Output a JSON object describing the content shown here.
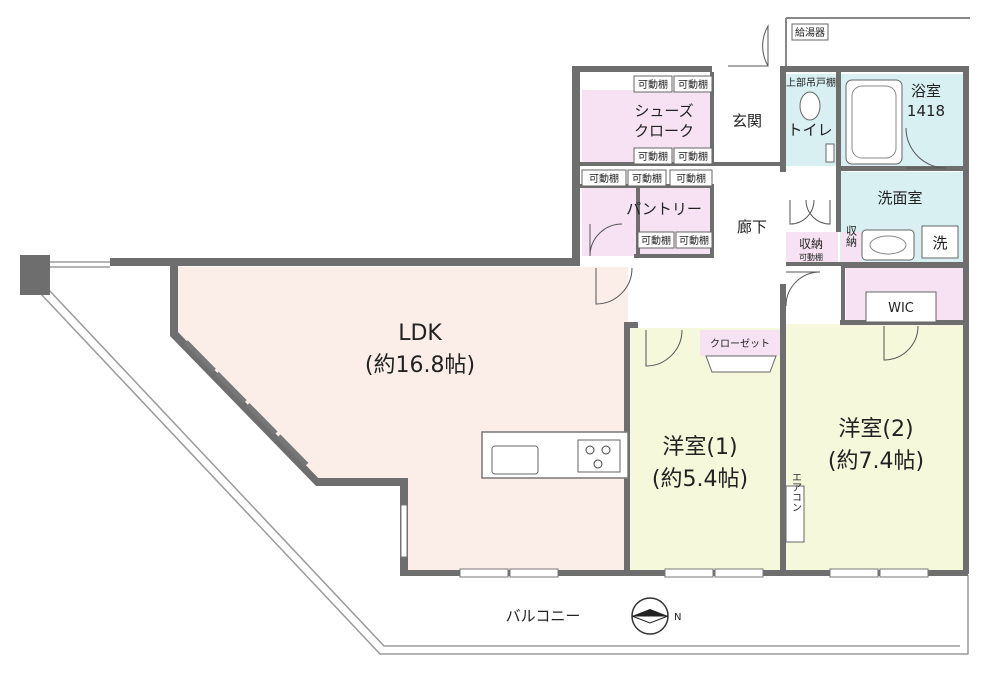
{
  "rooms": {
    "ldk": {
      "name": "LDK",
      "size": "(約16.8帖)"
    },
    "western1": {
      "name": "洋室(1)",
      "size": "(約5.4帖)"
    },
    "western2": {
      "name": "洋室(2)",
      "size": "(約7.4帖)"
    },
    "shoes_cloak": {
      "line1": "シューズ",
      "line2": "クローク"
    },
    "entrance": "玄関",
    "toilet": "トイレ",
    "bath": {
      "name": "浴室",
      "size": "1418"
    },
    "washroom": "洗面室",
    "washer": "洗",
    "pantry": "パントリー",
    "corridor": "廊下",
    "storage": "収納",
    "storage_small": "可動棚",
    "storage_vertical": "収納",
    "wic": "WIC",
    "closet": "クローゼット",
    "aircon": "エアコン",
    "water_heater": "給湯器",
    "upper_shelf": "上部吊戸棚",
    "balcony": "バルコニー"
  },
  "shelf_label": "可動棚",
  "compass": {
    "north": "N"
  },
  "colors": {
    "wall": "#6e6e6e",
    "ldk": "#fbeee8",
    "western": "#f5f8db",
    "storage": "#f6e2f2",
    "wet": "#d8f0f2",
    "corridor": "#ffffff"
  }
}
